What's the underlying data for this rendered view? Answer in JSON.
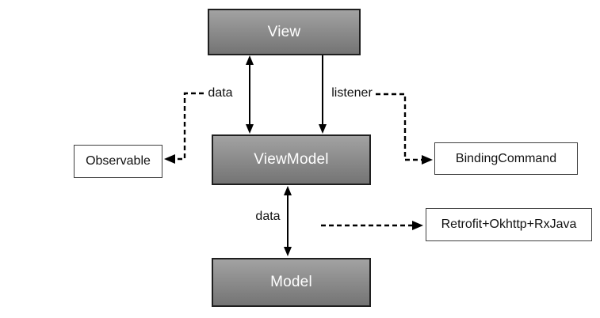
{
  "diagram": {
    "type": "architecture-diagram",
    "subject": "MVVM data binding flow",
    "nodes": {
      "view": "View",
      "viewmodel": "ViewModel",
      "model": "Model",
      "observable": "Observable",
      "binding_command": "BindingCommand",
      "retrofit": "Retrofit+Okhttp+RxJava"
    },
    "edge_labels": {
      "data_top": "data",
      "listener": "listener",
      "data_bottom": "data"
    },
    "edges": [
      {
        "from": "View",
        "to": "ViewModel",
        "label": "data",
        "style": "solid",
        "direction": "both"
      },
      {
        "from": "View",
        "to": "ViewModel",
        "label": "listener",
        "style": "solid",
        "direction": "to"
      },
      {
        "from": "ViewModel",
        "to": "Model",
        "label": "data",
        "style": "solid",
        "direction": "both"
      },
      {
        "from": "data",
        "to": "Observable",
        "style": "dashed",
        "direction": "to"
      },
      {
        "from": "listener",
        "to": "BindingCommand",
        "style": "dashed",
        "direction": "to"
      },
      {
        "from": "data",
        "to": "Retrofit+Okhttp+RxJava",
        "style": "dashed",
        "direction": "to"
      }
    ],
    "colors": {
      "node_fill_top": "#a2a2a2",
      "node_fill_bottom": "#747474",
      "node_border": "#1f1f1f",
      "node_text": "#ffffff",
      "plain_border": "#3f3f3f",
      "plain_text": "#111111",
      "connector": "#000000",
      "background": "#ffffff"
    }
  }
}
